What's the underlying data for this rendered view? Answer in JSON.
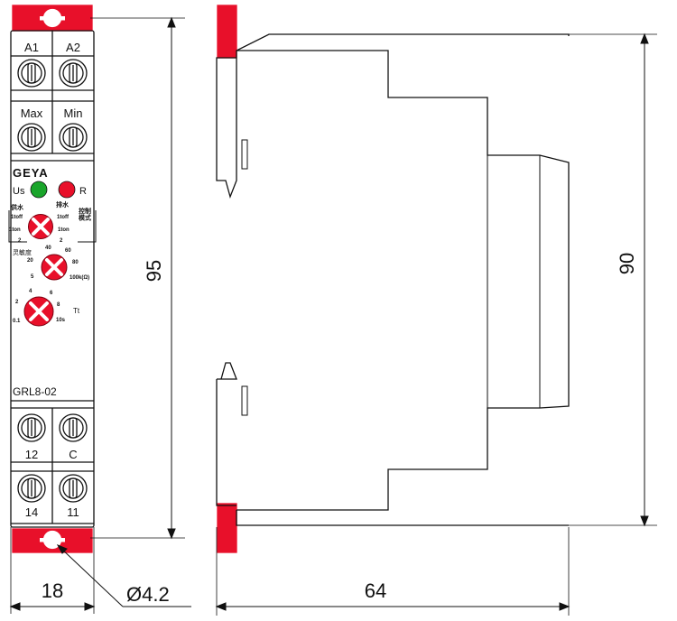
{
  "brand": "GEYA",
  "model": "GRL8-02",
  "terminals": {
    "top_row1": [
      "A1",
      "A2"
    ],
    "top_row2": [
      "Max",
      "Min"
    ],
    "bottom_row1": [
      "12",
      "C"
    ],
    "bottom_row2": [
      "14",
      "11"
    ]
  },
  "leds": {
    "us_label": "Us",
    "r_label": "R",
    "us_color": "#1aa52b",
    "r_color": "#e8102a"
  },
  "knob1": {
    "left_top": "供水",
    "right_top": "排水",
    "right_label": "控制\n模式",
    "left_a": "1toff",
    "left_b": "1ton",
    "left_c": "2",
    "right_a": "1toff",
    "right_b": "1ton",
    "right_c": "2"
  },
  "knob2": {
    "label": "灵敏度",
    "scale": [
      "5",
      "20",
      "40",
      "60",
      "80",
      "100k(Ω)"
    ]
  },
  "knob3": {
    "label": "Tt",
    "scale": [
      "0.1",
      "2",
      "4",
      "6",
      "8",
      "10s"
    ]
  },
  "dimensions": {
    "height_total": "95",
    "height_side": "90",
    "width_front": "18",
    "width_side": "64",
    "hole": "Ø4.2"
  },
  "colors": {
    "accent_red": "#e8102a",
    "line": "#111111"
  }
}
